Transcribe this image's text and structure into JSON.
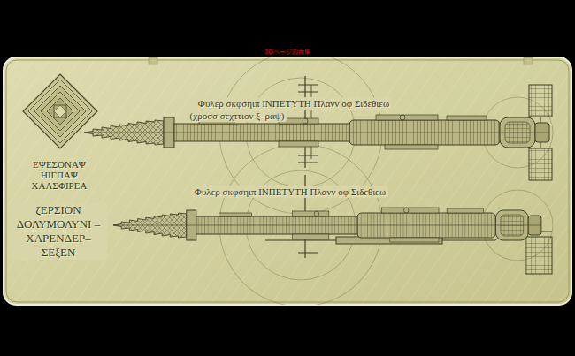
{
  "diagram": {
    "title": "Φυλερ σκφσηιπ ΙΝΠΕΤΥΤΗ Πλανν οφ Σιδεθιεω",
    "labels": [
      "3Dページ図面集",
      "(χροσσ σεχττιον ξ–ραψ)",
      "Φυλερ σκφσηιπ ΙΝΠΕΤΥΤΗ Πλανν οφ Σιδεθιεω",
      "ΕΨΕΣΟΝΑΨ ΗΙΓΠΑΨ ΧΑΛΣΦΙΡΕΑ",
      "ζΕΡΣΙΟΝ ΔΟΛΥΜΟΛΥΝΙ –ΧΑΡΕΝΔΕΡ– ΣΕξΕΝ"
    ]
  }
}
